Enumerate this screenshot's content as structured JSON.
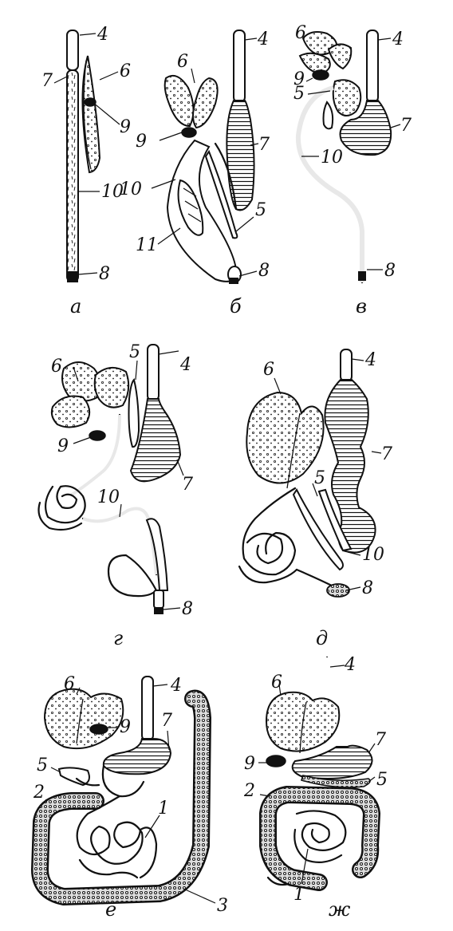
{
  "panels": [
    {
      "id": "a",
      "letter": "а"
    },
    {
      "id": "b",
      "letter": "б"
    },
    {
      "id": "v",
      "letter": "в"
    },
    {
      "id": "g",
      "letter": "г"
    },
    {
      "id": "d",
      "letter": "д"
    },
    {
      "id": "e",
      "letter": "е"
    },
    {
      "id": "zh",
      "letter": "ж"
    }
  ],
  "labels": {
    "a": [
      "4",
      "7",
      "6",
      "9",
      "10",
      "8"
    ],
    "b": [
      "4",
      "6",
      "9",
      "7",
      "10",
      "5",
      "11",
      "8"
    ],
    "v": [
      "6",
      "4",
      "9",
      "5",
      "7",
      "10",
      "8"
    ],
    "g": [
      "5",
      "6",
      "4",
      "9",
      "7",
      "10",
      "8"
    ],
    "d": [
      "4",
      "6",
      "7",
      "5",
      "10",
      "8"
    ],
    "e": [
      "4",
      "6",
      "7",
      "9",
      "5",
      "1",
      "2",
      "3"
    ],
    "zh": [
      "4",
      "6",
      "7",
      "9",
      "5",
      "2",
      "1"
    ]
  }
}
